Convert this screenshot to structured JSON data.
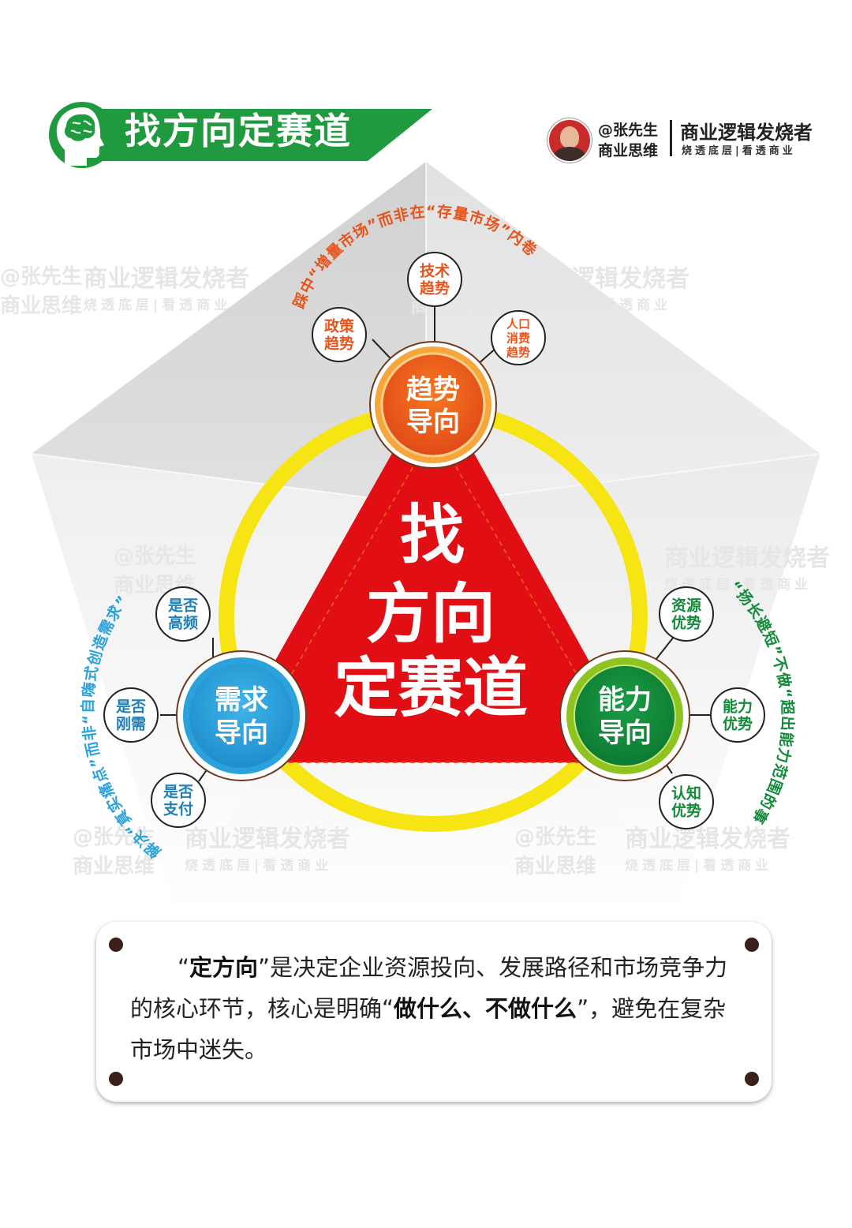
{
  "header": {
    "title": "找方向定赛道",
    "author_handle": "@张先生",
    "author_subtitle": "商业思维",
    "brand_name": "商业逻辑发烧者",
    "brand_tagline": "烧透底层|看透商业"
  },
  "watermark": {
    "handle": "@张先生",
    "subtitle": "商业思维",
    "brand": "商业逻辑发烧者",
    "tagline": "烧透底层|看透商业"
  },
  "center": {
    "line1": "找",
    "line2": "方向",
    "line3": "定赛道"
  },
  "hubs": {
    "trend": {
      "line1": "趋势",
      "line2": "导向",
      "color": "#e8541c"
    },
    "demand": {
      "line1": "需求",
      "line2": "导向",
      "color": "#2ba2dc"
    },
    "capability": {
      "line1": "能力",
      "line2": "导向",
      "color": "#128a3a"
    }
  },
  "satellites": {
    "trend": [
      {
        "lines": [
          "政策",
          "趋势"
        ]
      },
      {
        "lines": [
          "技术",
          "趋势"
        ]
      },
      {
        "lines": [
          "人口",
          "消费",
          "趋势"
        ]
      }
    ],
    "demand": [
      {
        "lines": [
          "是否",
          "高频"
        ]
      },
      {
        "lines": [
          "是否",
          "刚需"
        ]
      },
      {
        "lines": [
          "是否",
          "支付"
        ]
      }
    ],
    "capability": [
      {
        "lines": [
          "资源",
          "优势"
        ]
      },
      {
        "lines": [
          "能力",
          "优势"
        ]
      },
      {
        "lines": [
          "认知",
          "优势"
        ]
      }
    ]
  },
  "arc_labels": {
    "trend": "踩中“增量市场”而非在“存量市场”内卷",
    "demand": "解决“真实痛点”而非“自嗨式创造需求”",
    "capability": "“扬长避短”不做“超出能力范围的事”"
  },
  "description": {
    "q1_open": "“",
    "bold1": "定方向",
    "q1_close": "”",
    "text1": "是决定企业资源投向、发展路径和市场竞争力的核心环节，核心是明确",
    "q2_open": "“",
    "bold2": "做什么、不做什么",
    "q2_close": "”",
    "text2": "，避免在复杂市场中迷失。"
  },
  "colors": {
    "banner_green": "#1f9a3e",
    "triangle_red": "#e10e14",
    "ring_yellow": "#f6e513",
    "trend_orange": "#e8541c",
    "demand_blue": "#2ba2dc",
    "capability_green": "#128a3a"
  }
}
